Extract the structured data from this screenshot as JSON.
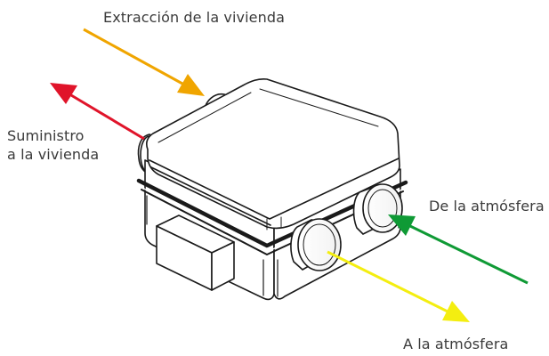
{
  "labels": {
    "extraction": "Extracción de la vivienda",
    "supply_line1": "Suministro",
    "supply_line2": "a la vivienda",
    "from_atmosphere": "De la atmósfera",
    "to_atmosphere": "A la atmósfera"
  },
  "arrows": [
    {
      "name": "extraction-arrow",
      "color": "#f0a500",
      "direction": "into-unit"
    },
    {
      "name": "supply-arrow",
      "color": "#e0142a",
      "direction": "out-of-unit"
    },
    {
      "name": "from-atmosphere-arrow",
      "color": "#0f9a35",
      "direction": "into-unit"
    },
    {
      "name": "to-atmosphere-arrow",
      "color": "#f4ee10",
      "direction": "out-of-unit"
    }
  ],
  "icons": [
    "ventilation-unit-icon",
    "control-box-icon",
    "port-icon"
  ]
}
